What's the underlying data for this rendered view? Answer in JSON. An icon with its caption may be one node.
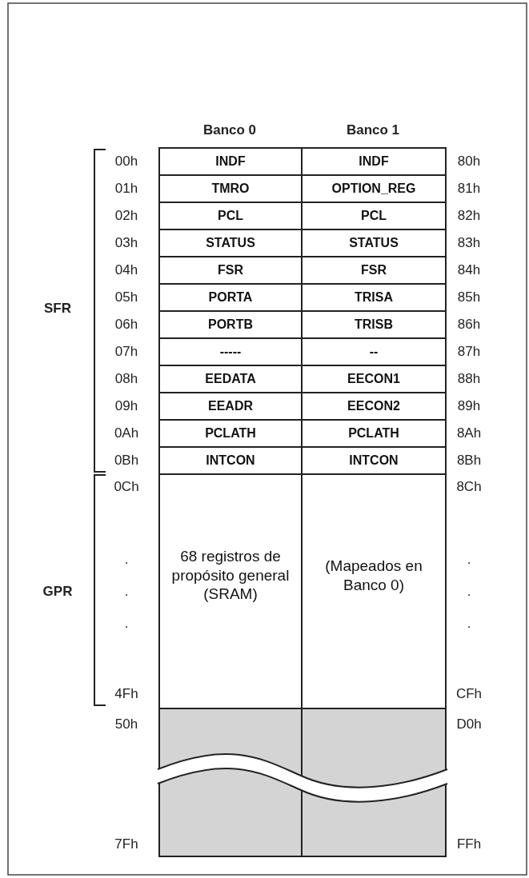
{
  "diagram": {
    "nodes": [
      {
        "text": [
          "INDF"
        ]
      },
      {
        "text": [
          "INDF"
        ]
      },
      {
        "text": [
          "TMRO"
        ]
      },
      {
        "text": [
          "OPTION_REG"
        ]
      },
      {
        "text": [
          "PCL"
        ]
      },
      {
        "text": [
          "PCL"
        ]
      },
      {
        "text": [
          "STATUS"
        ]
      },
      {
        "text": [
          "STATUS"
        ]
      },
      {
        "text": [
          "FSR"
        ]
      },
      {
        "text": [
          "FSR"
        ]
      },
      {
        "text": [
          "PORTA"
        ]
      },
      {
        "text": [
          "TRISA"
        ]
      },
      {
        "text": [
          "PORTB"
        ]
      },
      {
        "text": [
          "TRISB"
        ]
      },
      {
        "text": [
          "-----"
        ]
      },
      {
        "text": [
          "--"
        ]
      },
      {
        "text": [
          "EEDATA"
        ]
      },
      {
        "text": [
          "EECON1"
        ]
      },
      {
        "text": [
          "EEADR"
        ]
      },
      {
        "text": [
          "EECON2"
        ]
      },
      {
        "text": [
          "PCLATH"
        ]
      },
      {
        "text": [
          "PCLATH"
        ]
      },
      {
        "text": [
          "INTCON"
        ]
      },
      {
        "text": [
          "INTCON"
        ]
      },
      {
        "text": [
          "68 registros de propósito general (SRAM)"
        ]
      },
      {
        "text": [
          "(Mapeados en Banco 0)"
        ]
      },
      {
        "text": [],
        "shape": "box"
      },
      {
        "text": [],
        "shape": "box"
      }
    ],
    "labels": [
      "Banco 0",
      "Banco 1",
      "SFR",
      "00h",
      "80h",
      "01h",
      "81h",
      "02h",
      "82h",
      "03h",
      "83h",
      "04h",
      "84h",
      "05h",
      "85h",
      "06h",
      "86h",
      "07h",
      "87h",
      "08h",
      "88h",
      "09h",
      "89h",
      "0Ah",
      "8Ah",
      "0Bh",
      "8Bh",
      "GPR",
      "0Ch",
      "8Ch",
      ".",
      ".",
      ".",
      ".",
      ".",
      ".",
      "4Fh",
      "CFh",
      "50h",
      "D0h",
      "7Fh",
      "FFh"
    ]
  }
}
